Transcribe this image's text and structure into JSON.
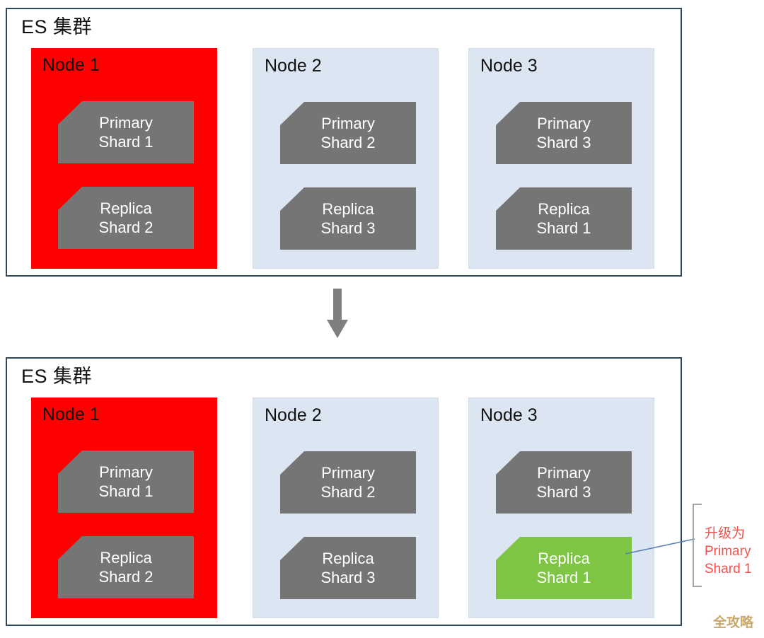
{
  "diagram": {
    "title_top": "ES 集群",
    "title_bottom": "ES 集群",
    "colors": {
      "cluster_border": "#31495c",
      "node_failed": "#FF0000",
      "node_normal": "#DCE6F2",
      "shard_normal": "#757575",
      "shard_promoted": "#7EC544",
      "annotation_text": "#F4514D",
      "arrow": "#7F7F7F",
      "connector_line": "#5B7FB4",
      "watermark": "#C8A96A"
    },
    "before": {
      "nodes": [
        {
          "label": "Node 1",
          "state": "failed",
          "shards": [
            {
              "role": "Primary",
              "shard": "Shard 1",
              "status": "normal"
            },
            {
              "role": "Replica",
              "shard": "Shard 2",
              "status": "normal"
            }
          ]
        },
        {
          "label": "Node 2",
          "state": "normal",
          "shards": [
            {
              "role": "Primary",
              "shard": "Shard 2",
              "status": "normal"
            },
            {
              "role": "Replica",
              "shard": "Shard 3",
              "status": "normal"
            }
          ]
        },
        {
          "label": "Node 3",
          "state": "normal",
          "shards": [
            {
              "role": "Primary",
              "shard": "Shard 3",
              "status": "normal"
            },
            {
              "role": "Replica",
              "shard": "Shard 1",
              "status": "normal"
            }
          ]
        }
      ]
    },
    "after": {
      "nodes": [
        {
          "label": "Node 1",
          "state": "failed",
          "shards": [
            {
              "role": "Primary",
              "shard": "Shard 1",
              "status": "normal"
            },
            {
              "role": "Replica",
              "shard": "Shard 2",
              "status": "normal"
            }
          ]
        },
        {
          "label": "Node 2",
          "state": "normal",
          "shards": [
            {
              "role": "Primary",
              "shard": "Shard 2",
              "status": "normal"
            },
            {
              "role": "Replica",
              "shard": "Shard 3",
              "status": "normal"
            }
          ]
        },
        {
          "label": "Node 3",
          "state": "normal",
          "shards": [
            {
              "role": "Primary",
              "shard": "Shard 3",
              "status": "normal"
            },
            {
              "role": "Replica",
              "shard": "Shard 1",
              "status": "promoted"
            }
          ]
        }
      ]
    },
    "annotation": {
      "line1": "升级为",
      "line2": "Primary",
      "line3": "Shard 1"
    },
    "watermark": "全攻略"
  }
}
